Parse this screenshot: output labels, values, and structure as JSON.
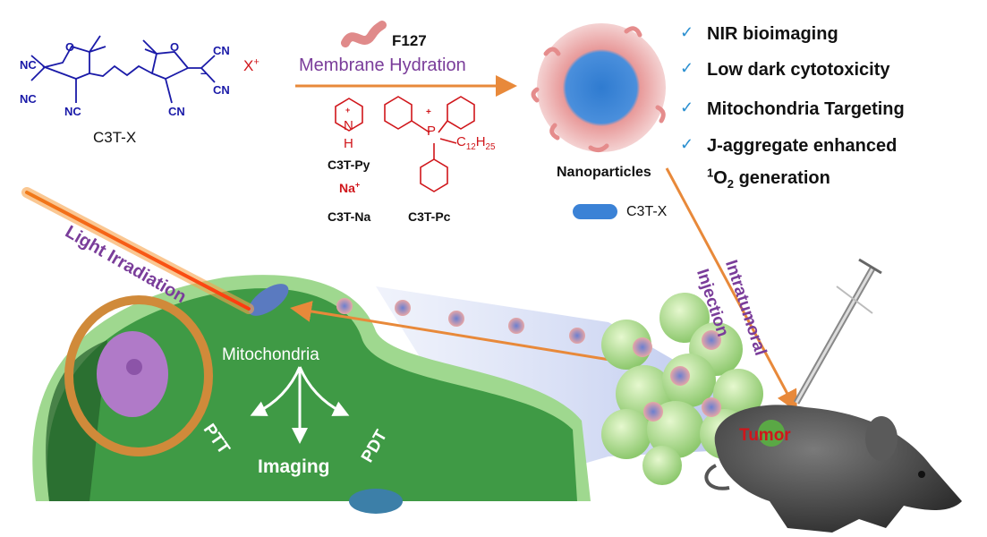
{
  "molecule": {
    "name": "C3T-X",
    "groups": [
      "NC",
      "NC",
      "NC",
      "CN",
      "CN",
      "CN",
      "O",
      "O"
    ],
    "counter_ion": "X",
    "counter_ion_charge": "+",
    "anion_charge": "–"
  },
  "process": {
    "polymer": "F127",
    "step": "Membrane Hydration",
    "cations": [
      {
        "name": "C3T-Py",
        "atom": "N",
        "h": "H",
        "charge": "+"
      },
      {
        "name": "C3T-Na",
        "atom": "Na",
        "charge": "+"
      },
      {
        "name": "C3T-Pc",
        "atom": "P",
        "charge": "+",
        "chain": "C",
        "chain_c": "12",
        "chain_h_label": "H",
        "chain_h": "25"
      }
    ]
  },
  "nanoparticles": {
    "label": "Nanoparticles",
    "legend_label": "C3T-X"
  },
  "features": [
    {
      "check": "✓",
      "text": "NIR bioimaging"
    },
    {
      "check": "✓",
      "text": "Low dark cytotoxicity"
    },
    {
      "check": "✓",
      "text": "Mitochondria Targeting"
    },
    {
      "check": "✓",
      "text": "J-aggregate enhanced"
    },
    {
      "check": "",
      "sup": "1",
      "text": "O",
      "sub": "2",
      "tail": " generation"
    }
  ],
  "injection": {
    "line1": "Intratumoral",
    "line2": "Injection"
  },
  "light": "Light Irradiation",
  "cell": {
    "organelle": "Mitochondria",
    "outcomes": [
      "PTT",
      "Imaging",
      "PDT"
    ]
  },
  "tumor": "Tumor",
  "colors": {
    "arrow": "#e8893a",
    "molecule": "#1a1aa8",
    "cation": "#d0161b",
    "process_text": "#7a3d9a",
    "cell": "#3f9a45",
    "check": "#2a8fd0"
  }
}
